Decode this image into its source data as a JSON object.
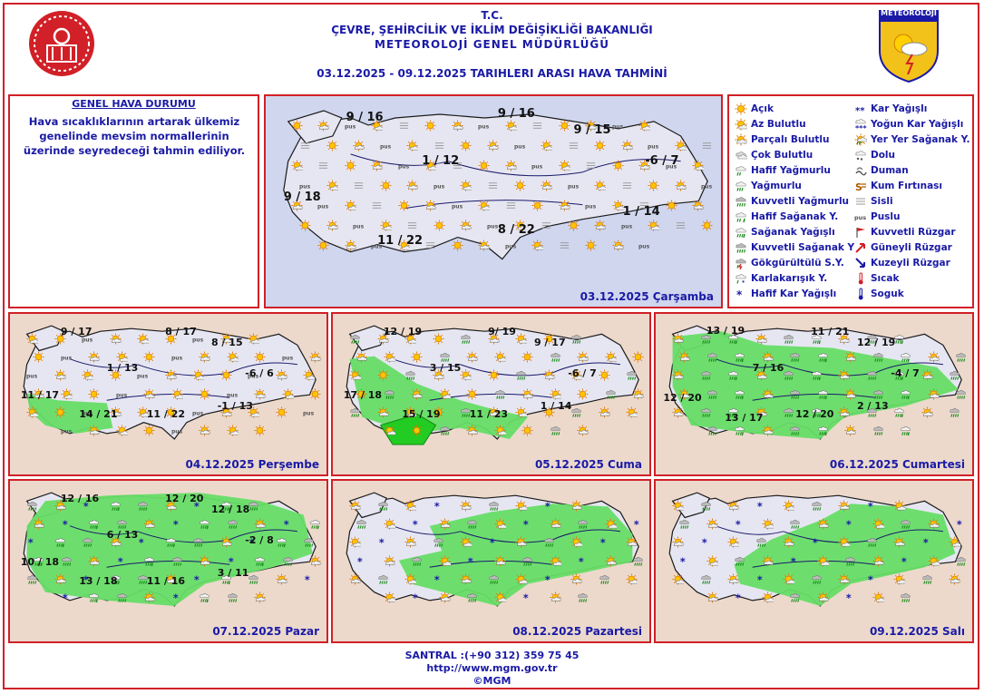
{
  "header": {
    "line1": "T.C.",
    "line2": "ÇEVRE, ŞEHİRCİLİK VE İKLİM DEĞİŞİKLİĞİ BAKANLIĞI",
    "line3": "METEOROLOJİ GENEL MÜDÜRLÜĞÜ",
    "line4": "03.12.2025  -  09.12.2025   TARIHLERI  ARASI  HAVA  TAHMİNİ",
    "mgm_logo_text": "METEOROLOJİ"
  },
  "general": {
    "title": "GENEL HAVA DURUMU",
    "text": "Hava sıcaklıklarının artarak ülkemiz genelinde mevsim normallerinin üzerinde seyredeceği tahmin ediliyor."
  },
  "legend": {
    "col1": [
      {
        "label": "Açık",
        "icon": "sun-icon"
      },
      {
        "label": "Az Bulutlu",
        "icon": "sun-small-cloud-icon"
      },
      {
        "label": "Parçalı Bulutlu",
        "icon": "partly-cloudy-icon"
      },
      {
        "label": "Çok Bulutlu",
        "icon": "cloudy-icon"
      },
      {
        "label": "Hafif Yağmurlu",
        "icon": "light-rain-icon"
      },
      {
        "label": "Yağmurlu",
        "icon": "rain-icon"
      },
      {
        "label": "Kuvvetli Yağmurlu",
        "icon": "heavy-rain-icon"
      },
      {
        "label": "Hafif Sağanak Y.",
        "icon": "light-shower-icon"
      },
      {
        "label": "Sağanak Yağışlı",
        "icon": "shower-icon"
      },
      {
        "label": "Kuvvetli Sağanak Y",
        "icon": "heavy-shower-icon"
      },
      {
        "label": "Gökgürültülü S.Y.",
        "icon": "thunderstorm-icon"
      },
      {
        "label": "Karlakarışık Y.",
        "icon": "sleet-icon"
      },
      {
        "label": "Hafif Kar Yağışlı",
        "icon": "light-snow-icon"
      }
    ],
    "col2": [
      {
        "label": "Kar Yağışlı",
        "icon": "snow-icon"
      },
      {
        "label": "Yoğun Kar Yağışlı",
        "icon": "heavy-snow-icon"
      },
      {
        "label": "Yer Yer Sağanak Y.",
        "icon": "scattered-shower-icon"
      },
      {
        "label": "Dolu",
        "icon": "hail-icon"
      },
      {
        "label": "Duman",
        "icon": "smoke-icon"
      },
      {
        "label": "Kum Fırtınası",
        "icon": "sandstorm-icon"
      },
      {
        "label": "Sisli",
        "icon": "fog-icon"
      },
      {
        "label": "Puslu",
        "icon": "haze-icon"
      },
      {
        "label": "Kuvvetli Rüzgar",
        "icon": "strong-wind-icon"
      },
      {
        "label": "Güneyli Rüzgar",
        "icon": "south-wind-icon"
      },
      {
        "label": "Kuzeyli Rüzgar",
        "icon": "north-wind-icon"
      },
      {
        "label": "Sıcak",
        "icon": "hot-icon"
      },
      {
        "label": "Soguk",
        "icon": "cold-icon"
      }
    ]
  },
  "days": [
    {
      "date": "03.12.2025 Çarşamba",
      "temps": [
        "9 / 16",
        "9 / 16",
        "9 / 15",
        "1 / 12",
        "-6 / 7",
        "9 / 18",
        "1 / 14",
        "8 / 22",
        "11 / 22"
      ]
    },
    {
      "date": "04.12.2025 Perşembe",
      "temps": [
        "9 / 17",
        "8 / 17",
        "8 / 15",
        "1 / 13",
        "-6 / 6",
        "11 / 17",
        "-1 / 13",
        "14 / 21",
        "11 / 22"
      ]
    },
    {
      "date": "05.12.2025 Cuma",
      "temps": [
        "12 / 19",
        "9/ 19",
        "9 / 17",
        "3 / 15",
        "-6 / 7",
        "17 / 18",
        "1 / 14",
        "15 / 19",
        "11 / 23"
      ]
    },
    {
      "date": "06.12.2025 Cumartesi",
      "temps": [
        "13 / 19",
        "11 / 21",
        "12 / 19",
        "7 / 16",
        "-4 / 7",
        "12 / 20",
        "2 / 13",
        "13 / 17",
        "12 / 20"
      ]
    },
    {
      "date": "07.12.2025 Pazar",
      "temps": [
        "12 / 16",
        "12 / 20",
        "12 / 18",
        "6 / 13",
        "-2 / 8",
        "10 / 18",
        "3 / 11",
        "13 / 18",
        "11 / 16"
      ]
    },
    {
      "date": "08.12.2025 Pazartesi",
      "temps": []
    },
    {
      "date": "09.12.2025 Salı",
      "temps": []
    }
  ],
  "footer": {
    "phone": "SANTRAL :(+90 312) 359 75 45",
    "web": "http://www.mgm.gov.tr",
    "copy": "©MGM"
  },
  "colors": {
    "accent": "#d12027",
    "text": "#1a1aa6",
    "rain": "#66dd66",
    "land": "#e6e6f2",
    "sea": "#ecd9cc"
  }
}
